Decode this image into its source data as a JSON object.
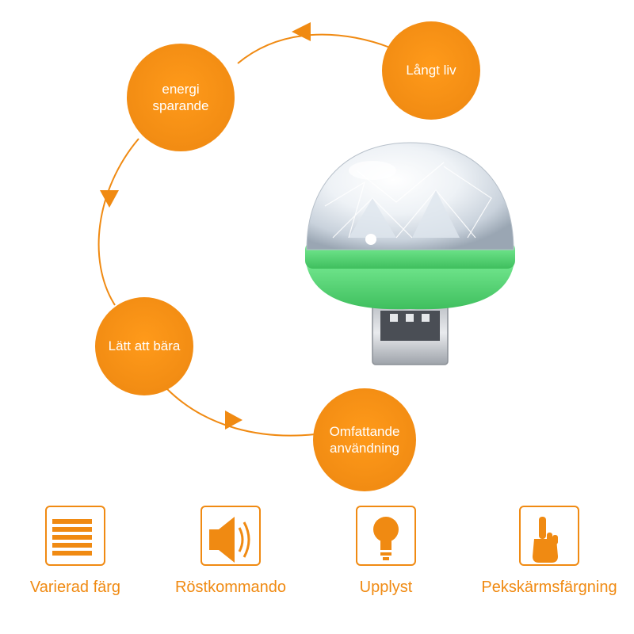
{
  "theme": {
    "accent": "#f08a12",
    "product_green": "#5ee07a"
  },
  "cycle": [
    {
      "id": "life",
      "lines": [
        "Långt liv"
      ]
    },
    {
      "id": "energy",
      "lines": [
        "energi",
        "sparande"
      ]
    },
    {
      "id": "carry",
      "lines": [
        "Lätt att bära"
      ]
    },
    {
      "id": "usage",
      "lines": [
        "Omfattande",
        "användning"
      ]
    }
  ],
  "product": {
    "name_icon": "usb-disco-ball-light"
  },
  "features": [
    {
      "icon": "menu-lines-icon",
      "label": "Varierad färg"
    },
    {
      "icon": "speaker-icon",
      "label": "Röstkommando"
    },
    {
      "icon": "bulb-icon",
      "label": "Upplyst"
    },
    {
      "icon": "finger-icon",
      "label": "Pekskärmsfärgning"
    }
  ]
}
